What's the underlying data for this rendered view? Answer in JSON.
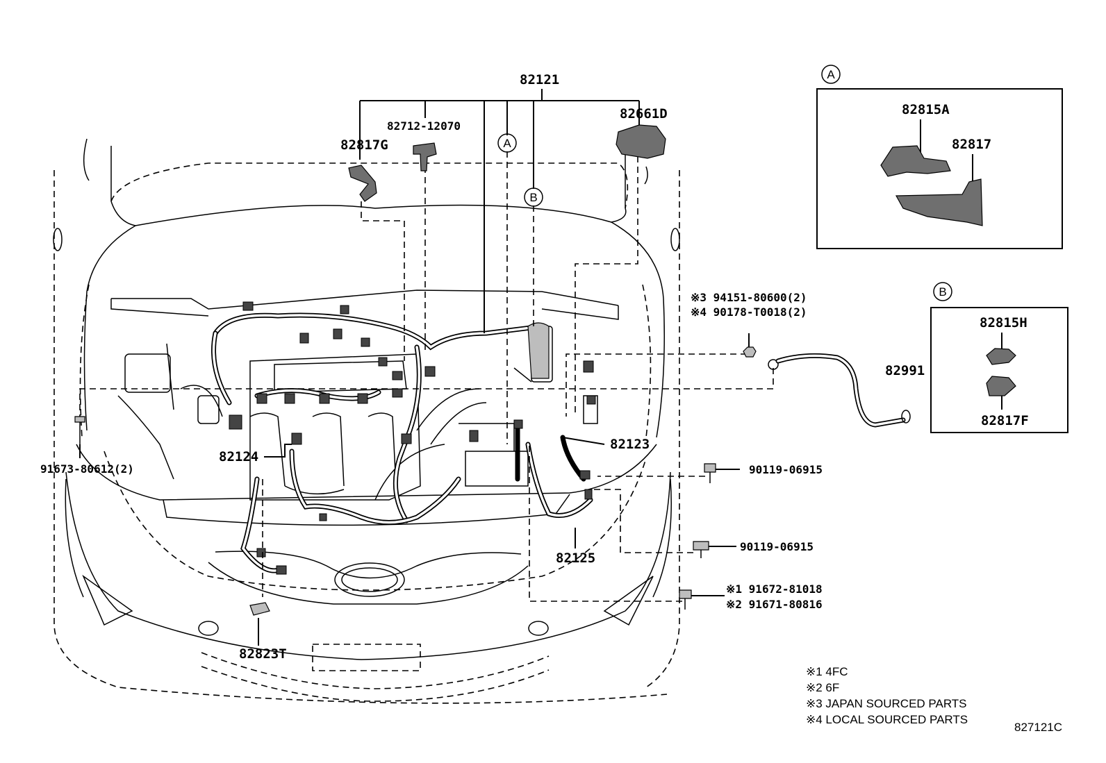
{
  "callouts": {
    "p82121": "82121",
    "p82661D": "82661D",
    "p82712": "82712-12070",
    "p82817G": "82817G",
    "marker_a": "A",
    "marker_b": "B",
    "p94151": "※3 94151-80600(2)",
    "p90178": "※4 90178-T0018(2)",
    "p82991": "82991",
    "p82123": "82123",
    "p82124": "82124",
    "p91673": "91673-80612(2)",
    "p90119_a": "90119-06915",
    "p90119_b": "90119-06915",
    "p82125": "82125",
    "p91672": "※1 91672-81018",
    "p91671": "※2 91671-80816",
    "p82823T": "82823T"
  },
  "inset_a": {
    "marker": "A",
    "part1": "82815A",
    "part2": "82817"
  },
  "inset_b": {
    "marker": "B",
    "part1": "82815H",
    "part2": "82817F"
  },
  "legend": [
    "※1 4FC",
    "※2 6F",
    "※3 JAPAN SOURCED PARTS",
    "※4 LOCAL SOURCED PARTS"
  ],
  "diagram_code": "827121C"
}
